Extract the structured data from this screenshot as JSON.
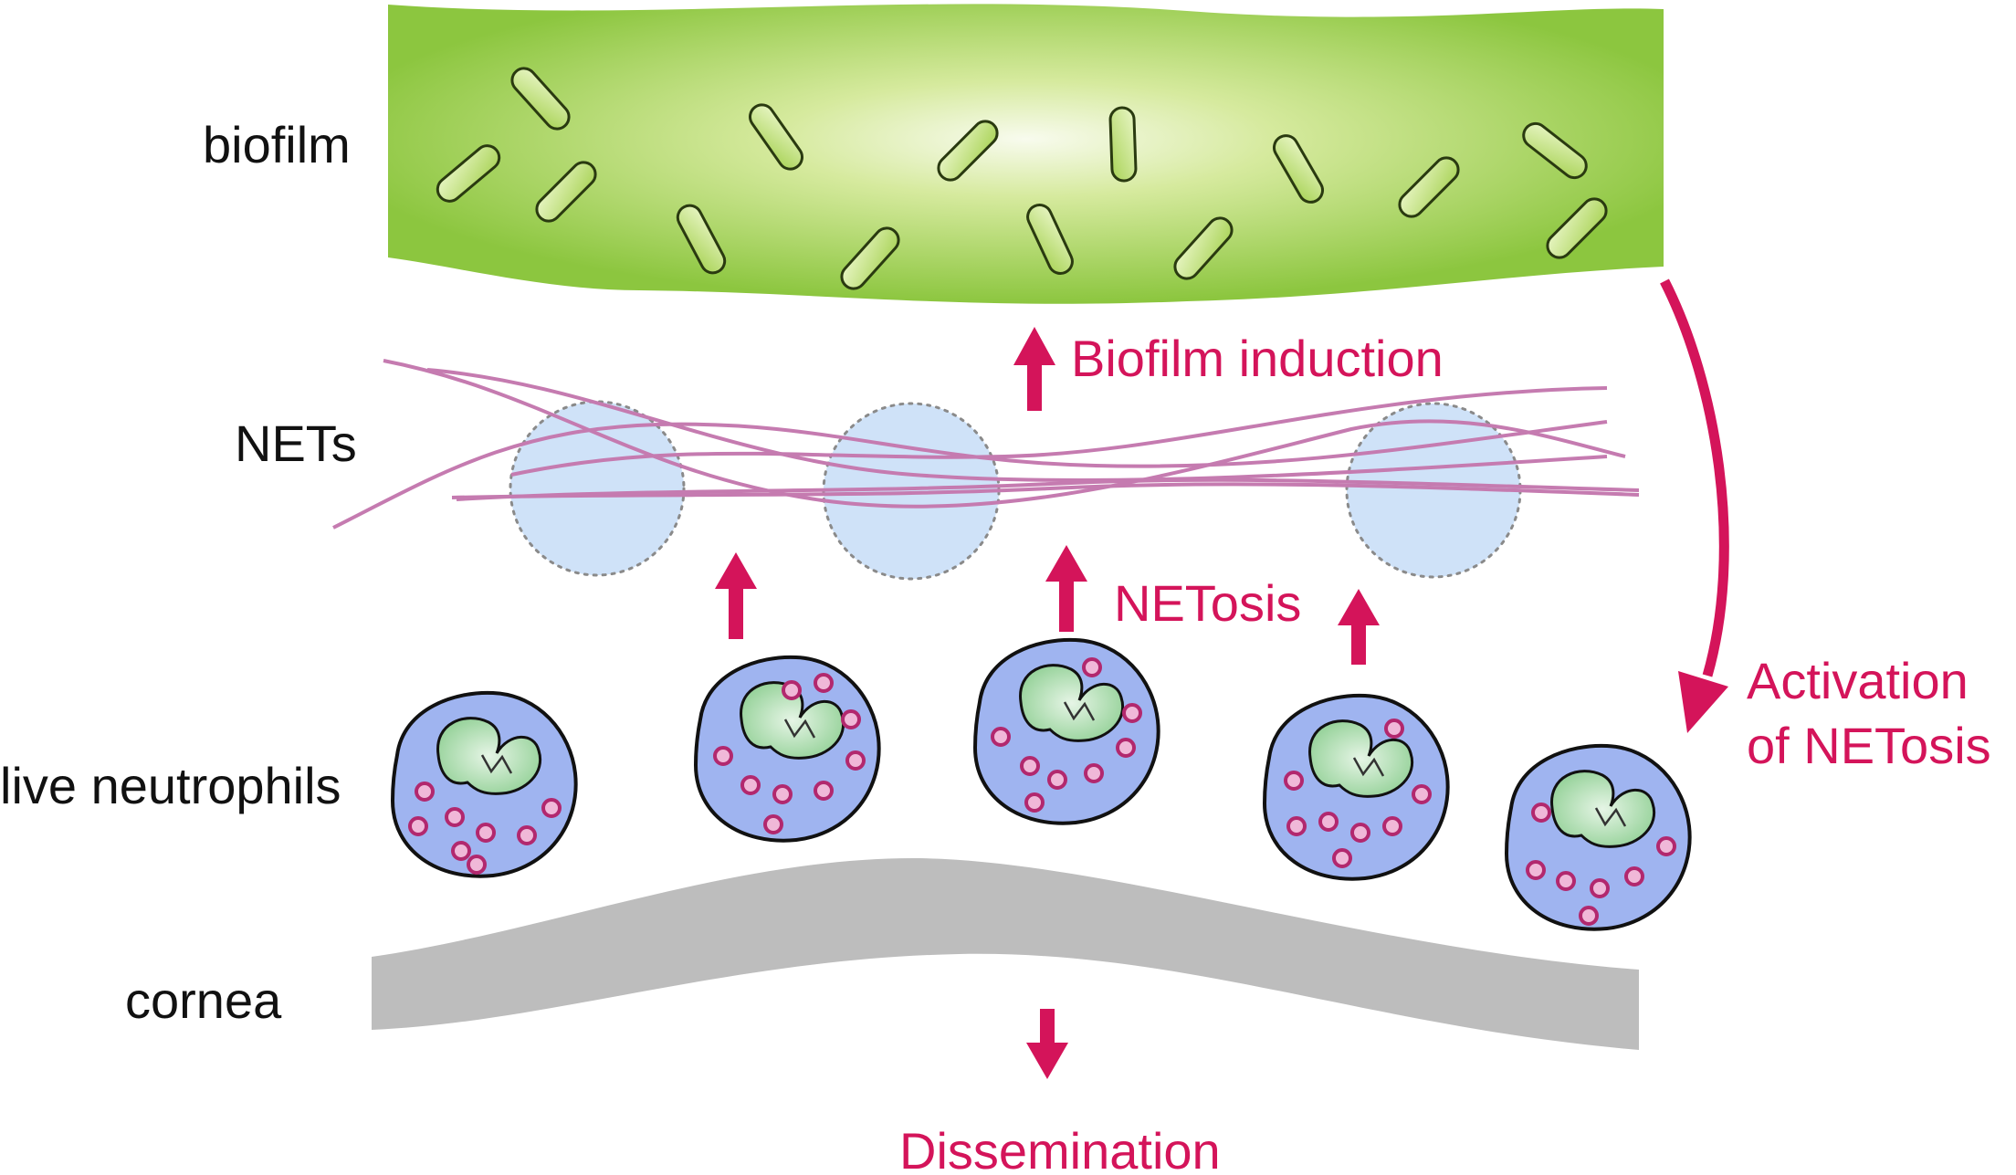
{
  "labels": {
    "biofilm": "biofilm",
    "nets": "NETs",
    "live_neutrophils": "live neutrophils",
    "cornea": "cornea"
  },
  "processes": {
    "biofilm_induction": "Biofilm induction",
    "netosis": "NETosis",
    "activation_line1": "Activation",
    "activation_line2": "of NETosis",
    "dissemination": "Dissemination"
  },
  "colors": {
    "accent": "#d4145a",
    "biofilm_green": "#8cc63f",
    "biofilm_light": "#f4f9e6",
    "bacterium_fill": "#c6e37e",
    "net_strand": "#c57bb0",
    "net_bubble": "#cfe2f8",
    "neutrophil_cytoplasm": "#9fb4f0",
    "neutrophil_nucleus": "#a8d8a8",
    "granule": "#b2286e",
    "granule_fill": "#f0b8d8",
    "cornea_gray": "#bdbdbd",
    "text": "#111111"
  }
}
